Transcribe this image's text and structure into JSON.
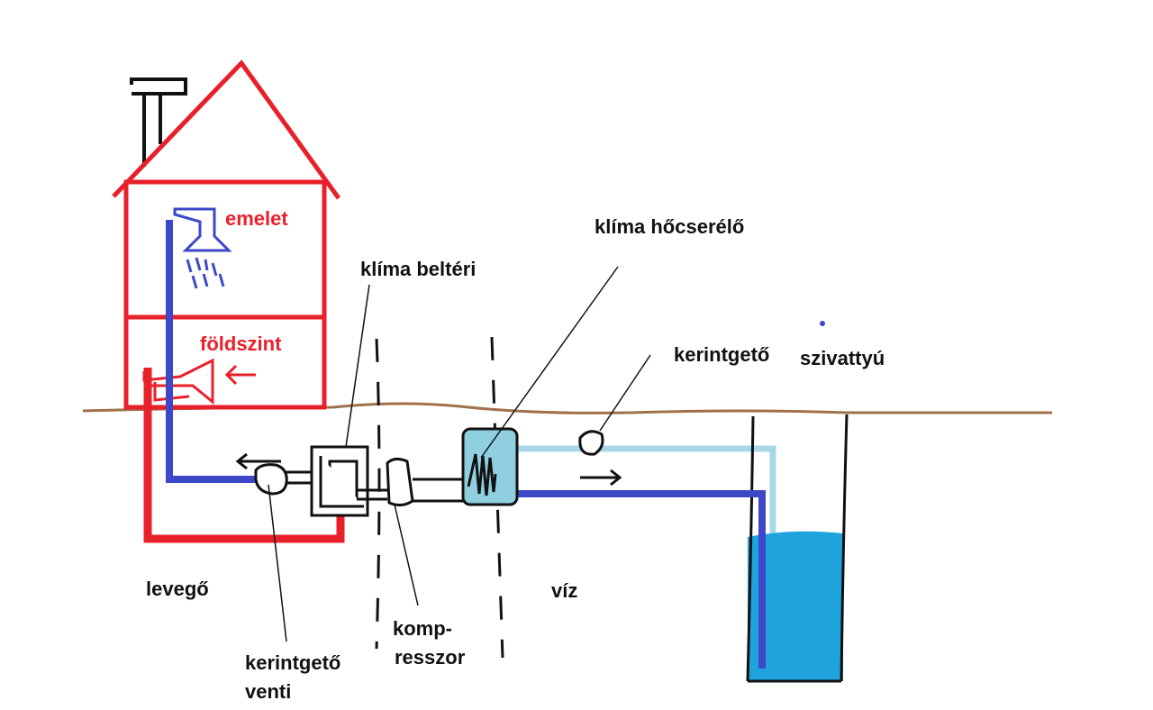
{
  "labels": {
    "emelet": "emelet",
    "foldszint": "földszint",
    "klima_belteri": "klíma beltéri",
    "klima_hocserelo": "klíma hőcserélő",
    "kerintgeto": "kerintgető",
    "szivattyu": "szivattyú",
    "levego": "levegő",
    "viz": "víz",
    "kompresszor_1": "komp-",
    "kompresszor_2": "resszor",
    "kerintgeto_venti_1": "kerintgető",
    "kerintgeto_venti_2": "venti"
  },
  "colors": {
    "house": "#e8202a",
    "ground": "#a0704a",
    "cold_pipe": "#3c48c8",
    "return_pipe": "#a8d8e8",
    "water": "#1fa3dc",
    "heat_exchanger": "#8fcfe0",
    "ink": "#111111"
  }
}
